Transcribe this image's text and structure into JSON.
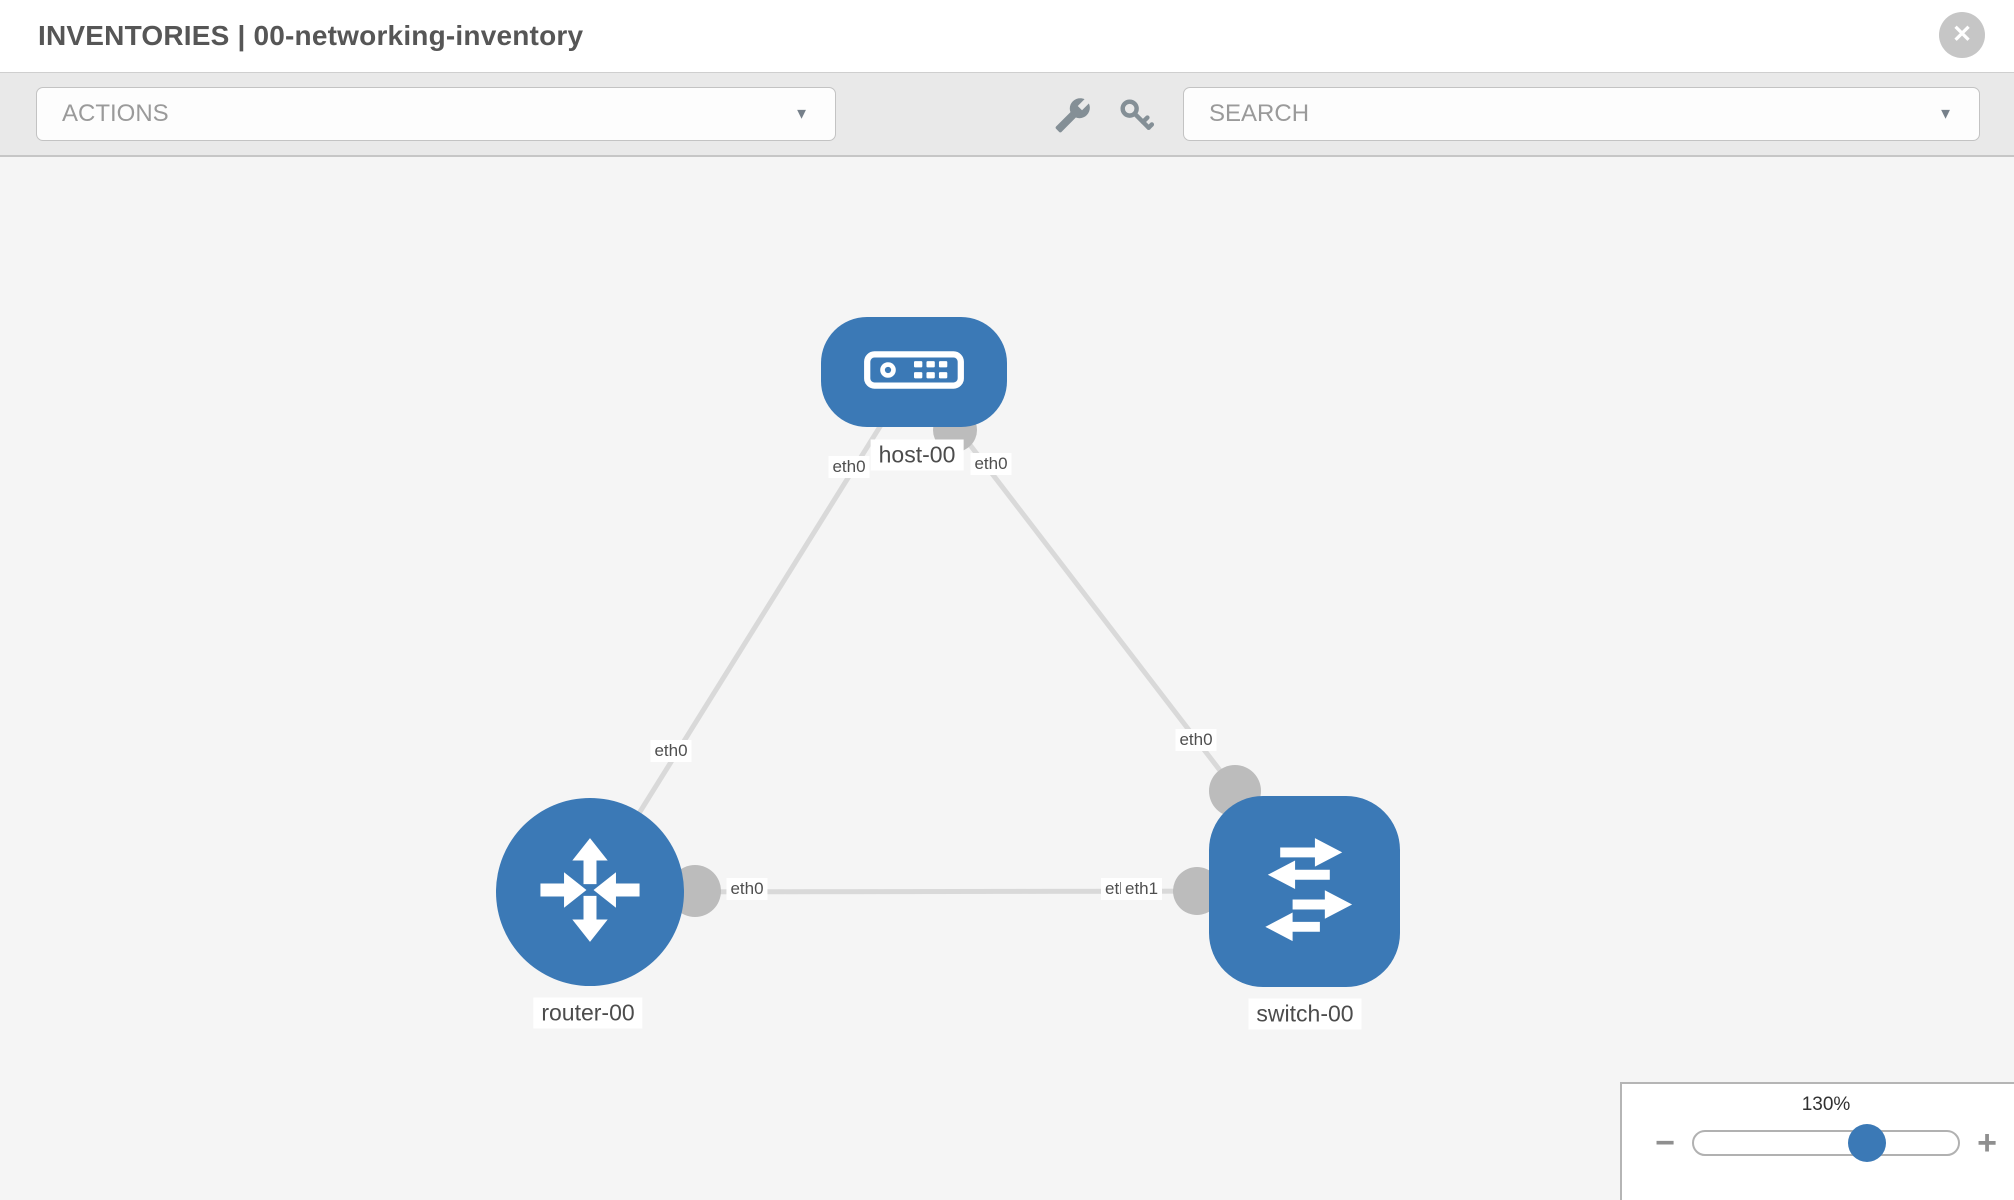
{
  "header": {
    "title": "INVENTORIES | 00-networking-inventory",
    "close_glyph": "✕"
  },
  "toolbar": {
    "actions_label": "ACTIONS",
    "search_label": "SEARCH",
    "caret_glyph": "▼",
    "icons": {
      "wrench": "wrench-icon",
      "key": "key-icon"
    }
  },
  "colors": {
    "node_blue": "#3b79b6",
    "link_gray": "#d9d9d9",
    "endpoint_gray": "#bcbcbc",
    "canvas_bg": "#f5f5f5",
    "toolbar_bg": "#e9e9e9"
  },
  "topology": {
    "nodes": [
      {
        "id": "host-00",
        "label": "host-00",
        "type": "host"
      },
      {
        "id": "router-00",
        "label": "router-00",
        "type": "router"
      },
      {
        "id": "switch-00",
        "label": "switch-00",
        "type": "switch"
      }
    ],
    "links": [
      {
        "from": "host-00",
        "from_interface": "eth0",
        "to": "router-00",
        "to_interface": "eth0"
      },
      {
        "from": "host-00",
        "from_interface": "eth0",
        "to": "switch-00",
        "to_interface": "eth0"
      },
      {
        "from": "router-00",
        "from_interface": "eth0",
        "to": "switch-00",
        "to_interface": "eth1"
      }
    ],
    "interface_chips": [
      {
        "text": "eth0",
        "position": "host-00 bottom-left"
      },
      {
        "text": "eth0",
        "position": "host-00 bottom-right"
      },
      {
        "text": "eth0",
        "position": "host-router link"
      },
      {
        "text": "eth0",
        "position": "host-switch link near switch"
      },
      {
        "text": "eth0",
        "position": "router-switch link near router"
      },
      {
        "text": "eth0",
        "position": "router-switch link near switch (clipped)"
      },
      {
        "text": "eth1",
        "position": "router-switch link near switch"
      }
    ]
  },
  "zoom_control": {
    "value": "130%",
    "minus_glyph": "−",
    "plus_glyph": "+"
  }
}
